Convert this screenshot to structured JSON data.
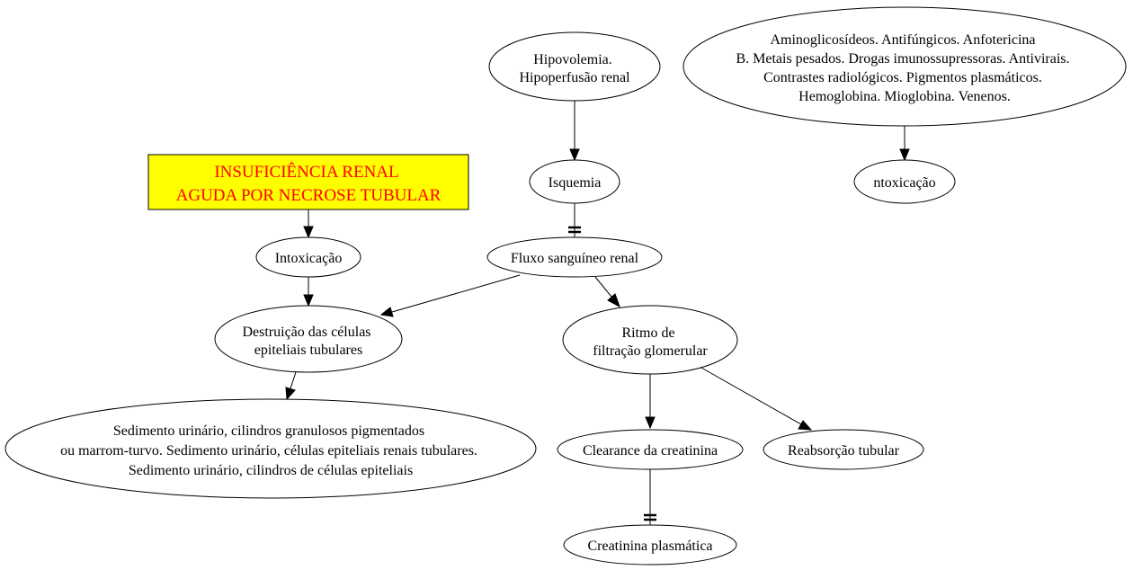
{
  "diagram": {
    "nodes": {
      "title": [
        "INSUFICIÊNCIA RENAL",
        "AGUDA POR NECROSE TUBULAR"
      ],
      "hipovolemia": [
        "Hipovolemia.",
        "Hipoperfusão renal"
      ],
      "agentes": [
        "Aminoglicosídeos. Antifúngicos. Anfotericina",
        "B. Metais pesados. Drogas imunossupressoras. Antivirais.",
        "Contrastes radiológicos. Pigmentos plasmáticos.",
        "Hemoglobina. Mioglobina. Venenos."
      ],
      "isquemia": [
        "Isquemia"
      ],
      "ntoxicacao": [
        "ntoxicação"
      ],
      "intoxicacao": [
        "Intoxicação"
      ],
      "fluxo": [
        "Fluxo sanguíneo renal"
      ],
      "destruicao": [
        "Destruição das células",
        "epiteliais tubulares"
      ],
      "ritmo": [
        "Ritmo de",
        "filtração glomerular"
      ],
      "sedimento": [
        "Sedimento urinário, cilindros granulosos pigmentados",
        "ou marrom-turvo. Sedimento urinário, células epiteliais renais tubulares.",
        "Sedimento urinário, cilindros de células epiteliais"
      ],
      "clearance": [
        "Clearance da creatinina"
      ],
      "reabsorcao": [
        "Reabsorção tubular"
      ],
      "creatinina": [
        "Creatinina plasmática"
      ]
    },
    "colors": {
      "title_fill": "#ffff00",
      "title_text": "#ff0000",
      "node_fill": "#ffffff",
      "line": "#000000"
    }
  }
}
